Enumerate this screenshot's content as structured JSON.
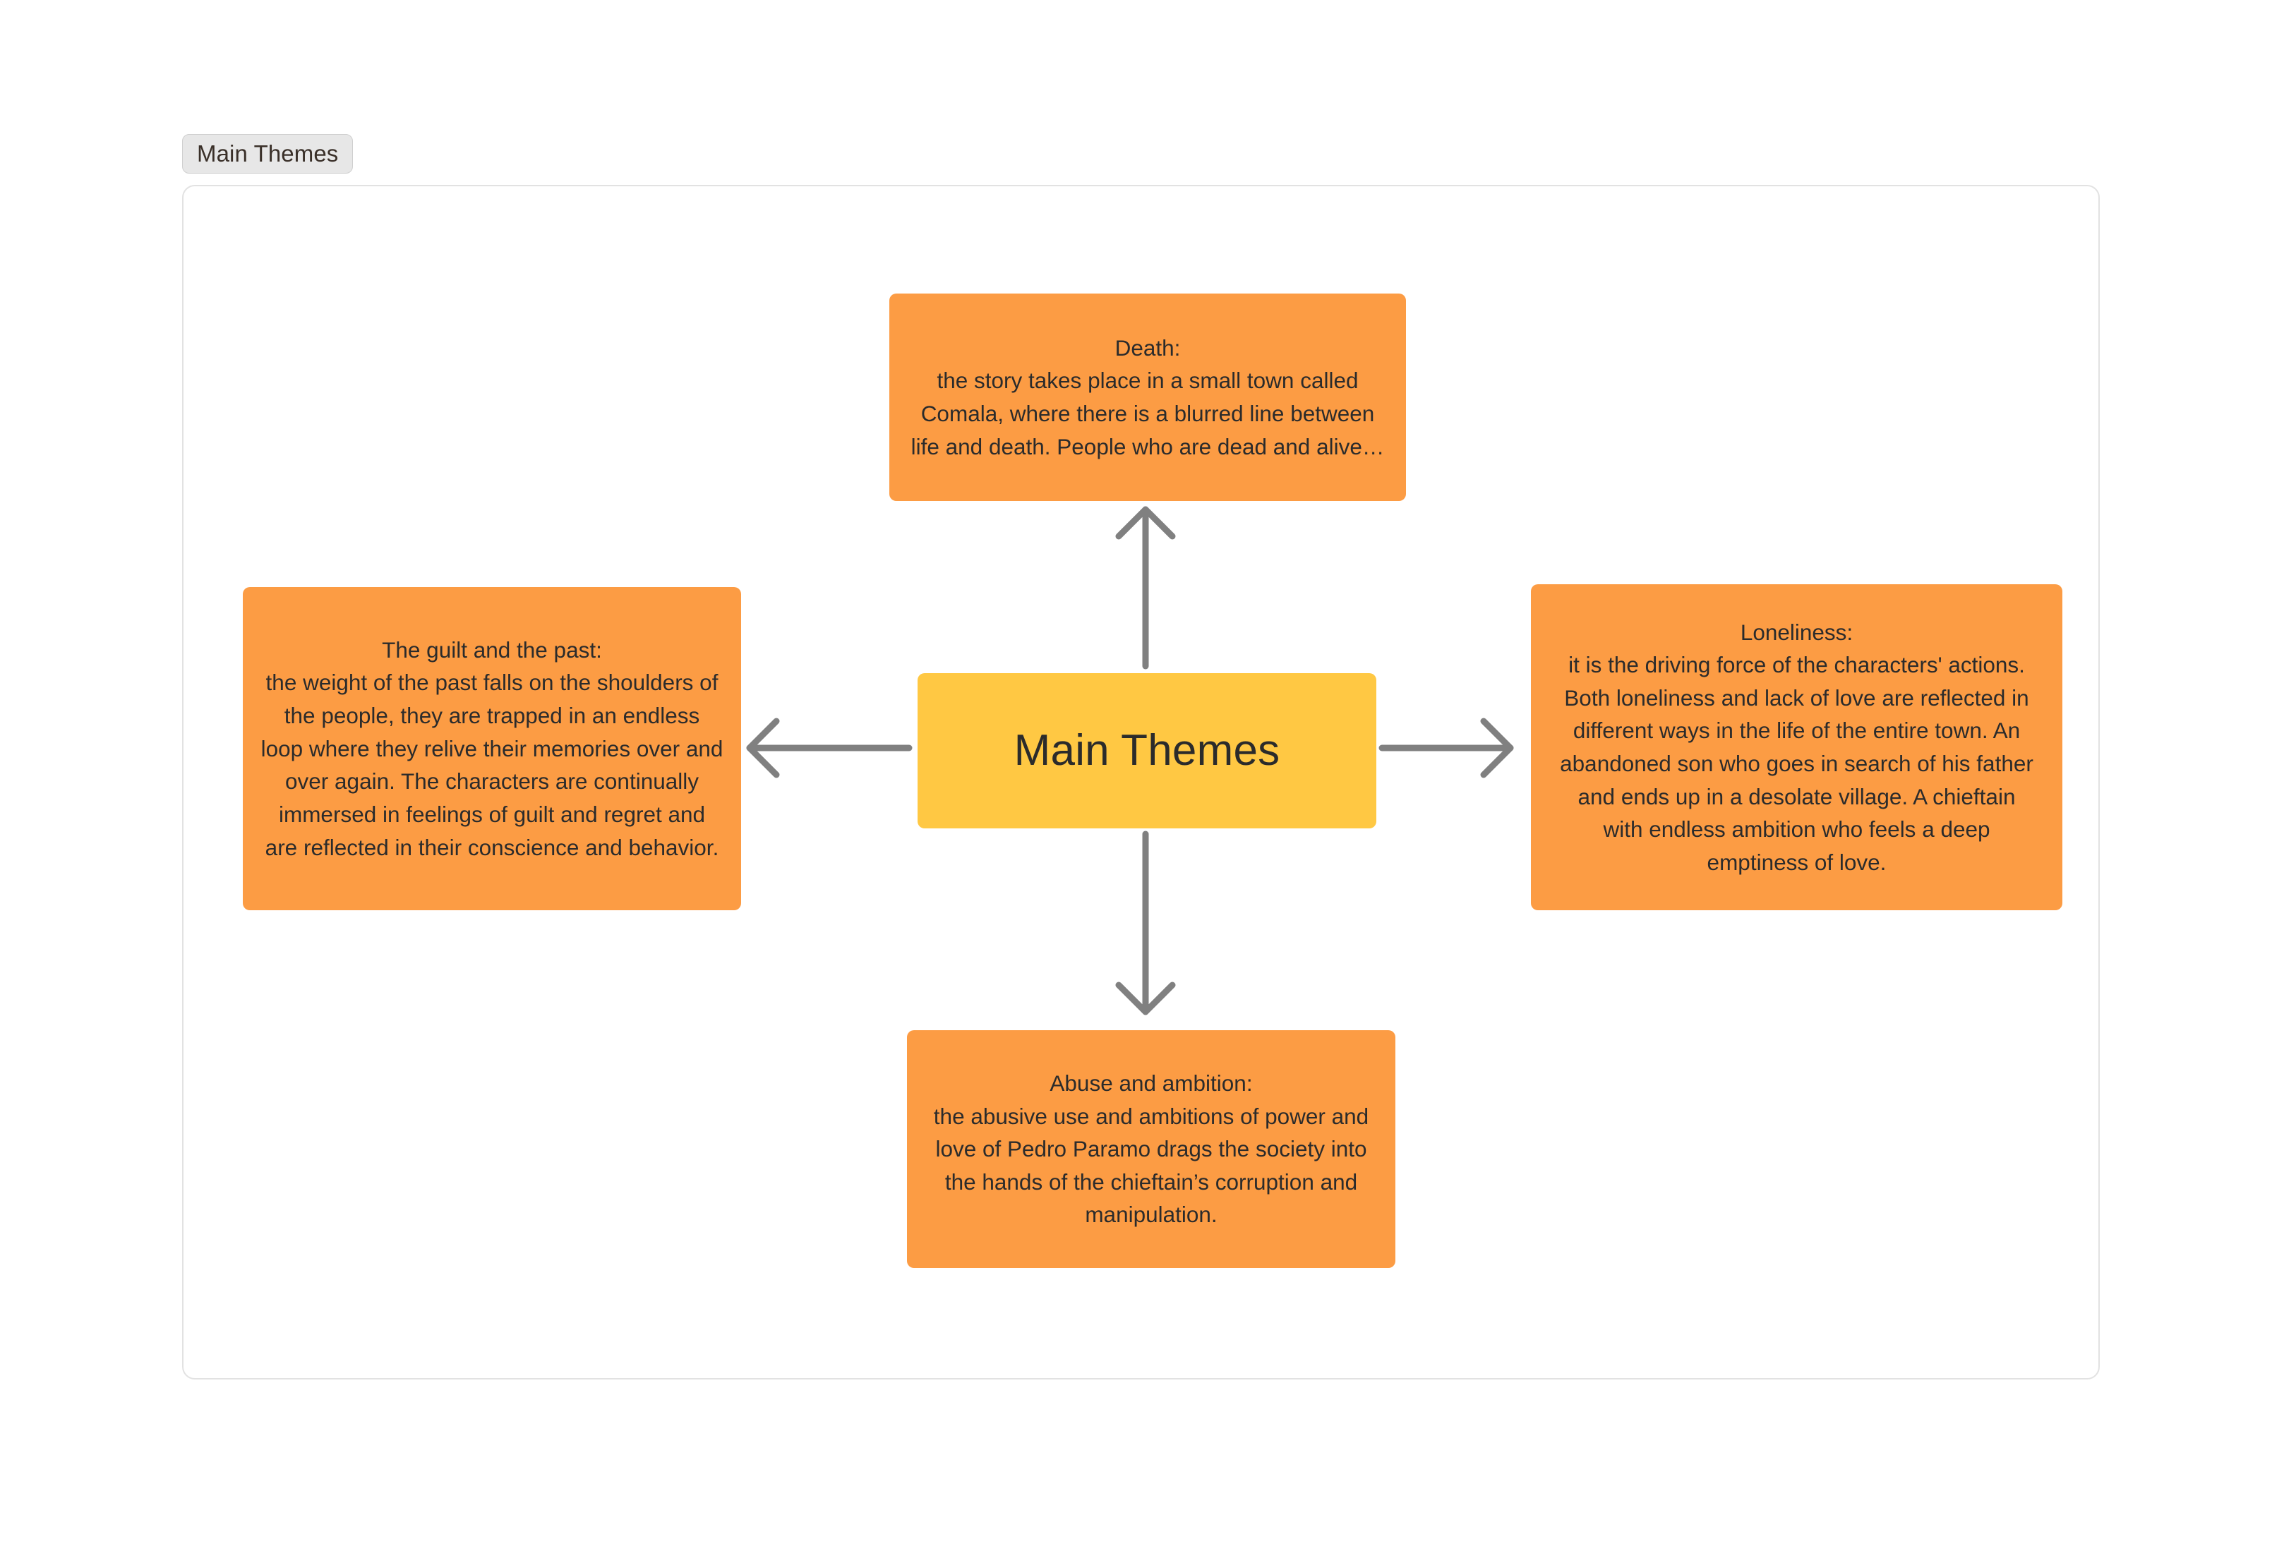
{
  "tab": {
    "label": "Main Themes"
  },
  "canvas": {
    "name": "mind-map-canvas",
    "border_color": "#e2e2e2",
    "background": "#ffffff"
  },
  "colors": {
    "branch_fill": "#fc9c44",
    "center_fill": "#ffc843",
    "node_text": "#2b2b2b",
    "connector": "#808080",
    "tab_fill": "#e7e7e7",
    "tab_text": "#3a3029",
    "panel_border": "#e2e2e2"
  },
  "mindmap": {
    "center": {
      "id": "main-themes",
      "label": "Main Themes"
    },
    "branches": [
      {
        "id": "death",
        "position": "top",
        "title": "Death:",
        "body": "the story takes place in a small town called Comala, where there is a blurred line between life and death. People who are dead and alive…",
        "text": "Death:\nthe story takes place in a small town called\nComala, where there is a blurred line between\nlife and death. People who are dead and alive…"
      },
      {
        "id": "guilt-and-past",
        "position": "left",
        "title": "The guilt and the past:",
        "body": "the weight of the past falls on the shoulders of the people, they are trapped in an endless loop where they relive their memories over and over again. The characters are continually immersed in feelings of guilt and regret and are reflected in their conscience and behavior.",
        "text": "The guilt and the past:\nthe weight of the past falls on the shoulders of\nthe people, they are trapped in an endless\nloop where they relive their memories over and\nover again. The characters are continually\nimmersed in feelings of guilt and regret and\nare reflected in their conscience and behavior."
      },
      {
        "id": "loneliness",
        "position": "right",
        "title": "Loneliness:",
        "body": "it is the driving force of the characters' actions. Both loneliness and lack of love are reflected in different ways in the life of the entire town. An abandoned son who goes in search of his father and ends up in a desolate village. A chieftain with endless ambition who feels a deep emptiness of love.",
        "text": "Loneliness:\nit is the driving force of the characters' actions.\nBoth loneliness and lack of love are reflected in\ndifferent ways in the life of the entire town. An\nabandoned son who goes in search of his father\nand ends up in a desolate village. A chieftain\nwith endless ambition who feels a deep\nemptiness of love."
      },
      {
        "id": "abuse-and-ambition",
        "position": "bottom",
        "title": "Abuse and ambition:",
        "body": "the abusive use and ambitions of power and love of Pedro Paramo drags the society into the hands of the chieftain’s corruption and manipulation.",
        "text": "Abuse and ambition:\nthe abusive use and ambitions of power and\nlove of Pedro Paramo drags the society into\nthe hands of the chieftain’s corruption and\nmanipulation."
      }
    ],
    "connectors": [
      {
        "id": "center-to-death",
        "from": "main-themes",
        "to": "death",
        "direction": "up"
      },
      {
        "id": "center-to-guilt",
        "from": "main-themes",
        "to": "guilt-and-past",
        "direction": "left"
      },
      {
        "id": "center-to-loneliness",
        "from": "main-themes",
        "to": "loneliness",
        "direction": "right"
      },
      {
        "id": "center-to-abuse",
        "from": "main-themes",
        "to": "abuse-and-ambition",
        "direction": "down"
      }
    ]
  }
}
